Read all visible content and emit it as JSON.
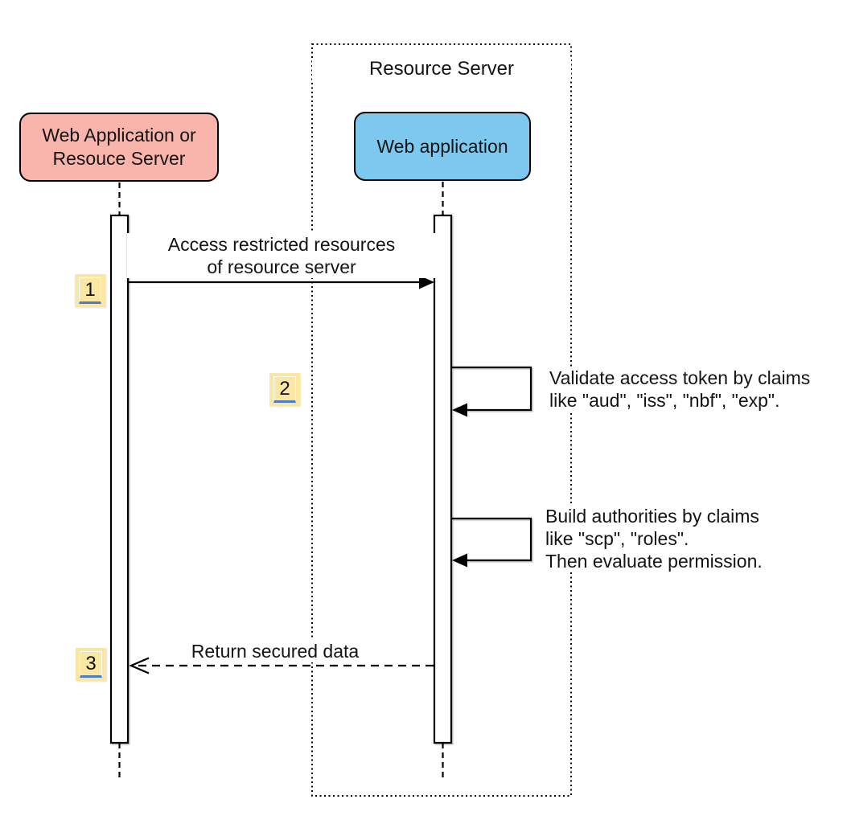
{
  "diagram": {
    "type": "sequence-diagram",
    "group": {
      "label": "Resource Server"
    },
    "actors": [
      {
        "label": "Web Application or\nResouce Server",
        "fill": "#F9B5AC"
      },
      {
        "label": "Web application",
        "fill": "#7DC8EE"
      }
    ],
    "messages": [
      {
        "badge": "1",
        "label": "Access restricted resources\nof resource server",
        "style": "solid-arrow",
        "from": "Web Application or Resouce Server",
        "to": "Web application"
      },
      {
        "badge": "2",
        "label": "Validate access token by claims\nlike \"aud\", \"iss\", \"nbf\", \"exp\".",
        "style": "self-message",
        "from": "Web application",
        "to": "Web application"
      },
      {
        "badge": "",
        "label": "Build authorities by claims\nlike \"scp\", \"roles\".\nThen evaluate permission.",
        "style": "self-message",
        "from": "Web application",
        "to": "Web application"
      },
      {
        "badge": "3",
        "label": "Return secured data",
        "style": "dashed-return-arrow",
        "from": "Web application",
        "to": "Web Application or Resouce Server"
      }
    ],
    "colors": {
      "actor_client_fill": "#F9B5AC",
      "actor_webapp_fill": "#7DC8EE",
      "badge_bg": "#FBE7A4",
      "badge_underline": "#4A7DC9",
      "line": "#000000",
      "background": "#FFFFFF"
    }
  }
}
